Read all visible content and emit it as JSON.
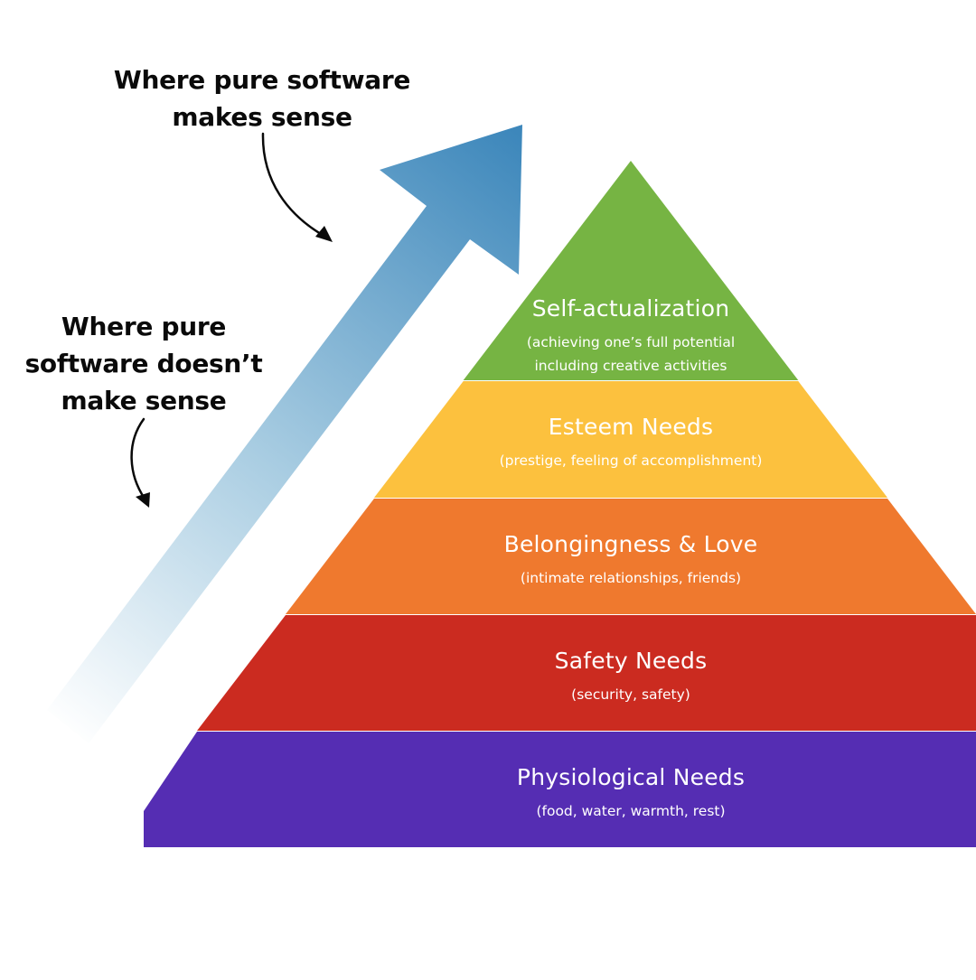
{
  "annotations": {
    "top": {
      "lines": [
        "Where pure software",
        "makes sense"
      ]
    },
    "left": {
      "lines": [
        "Where pure",
        "software doesn’t",
        "make sense"
      ]
    }
  },
  "colors": {
    "arrow_dark": "#3d87bb",
    "arrow_light": "#ffffff",
    "annotation_text": "#0a0a0a",
    "tier_text": "#ffffff"
  },
  "pyramid": {
    "tiers": [
      {
        "title": "Self-actualization",
        "subtitle_lines": [
          "(achieving one’s full potential",
          "including creative activities"
        ],
        "color": "#76b443"
      },
      {
        "title": "Esteem Needs",
        "subtitle_lines": [
          "(prestige, feeling of accomplishment)"
        ],
        "color": "#fcc13e"
      },
      {
        "title": "Belongingness & Love",
        "subtitle_lines": [
          "(intimate relationships, friends)"
        ],
        "color": "#ef792e"
      },
      {
        "title": "Safety Needs",
        "subtitle_lines": [
          "(security, safety)"
        ],
        "color": "#cb2b20"
      },
      {
        "title": "Physiological Needs",
        "subtitle_lines": [
          "(food, water, warmth, rest)"
        ],
        "color": "#552db3"
      }
    ]
  }
}
